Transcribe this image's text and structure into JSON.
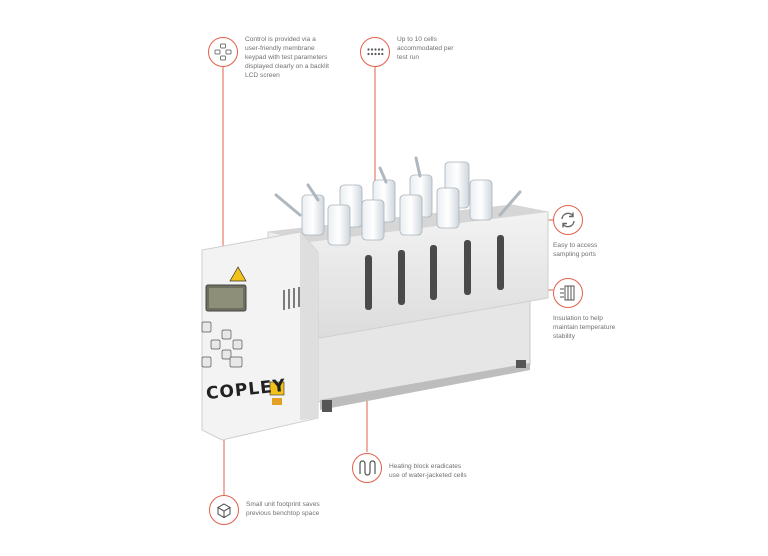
{
  "accent_color": "#e0604a",
  "brand": "COPLEY",
  "callouts": [
    {
      "icon": "keypad-icon",
      "text": "Control is provided via a\nuser-friendly membrane\nkeypad with test parameters\ndisplayed clearly on a backlit\nLCD screen"
    },
    {
      "icon": "cells-grid-icon",
      "text": "Up to 10 cells\naccommodated per\ntest run"
    },
    {
      "icon": "sampling-arrows-icon",
      "text": "Easy to access\nsampling ports"
    },
    {
      "icon": "insulation-icon",
      "text": "Insulation to help\nmaintain temperature\nstability"
    },
    {
      "icon": "heating-coil-icon",
      "text": "Heating block eradicates\nuse of water-jacketed cells"
    },
    {
      "icon": "footprint-cube-icon",
      "text": "Small unit footprint saves\nprevious benchtop space"
    }
  ]
}
